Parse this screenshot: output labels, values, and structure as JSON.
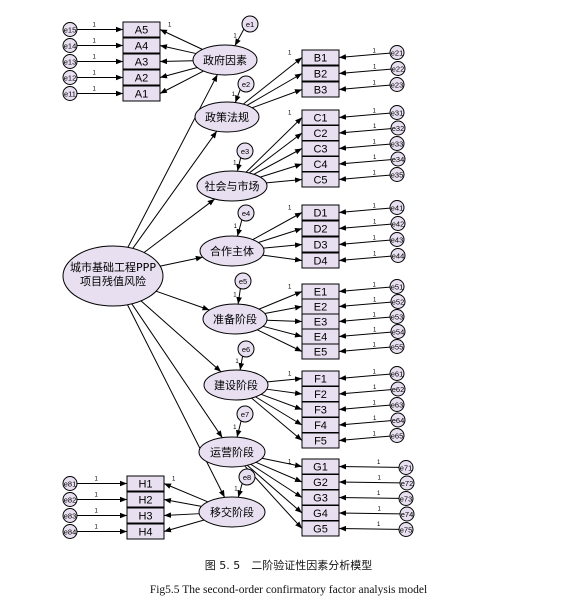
{
  "diagram": {
    "title": "",
    "second_order_factor": {
      "id": "root",
      "label": "城市基础工程PPP\n项目残值风险"
    },
    "path_label": "1",
    "factors": [
      {
        "id": "gov",
        "label": "政府因素",
        "disturbance": "e1",
        "indicators": [
          {
            "name": "A5",
            "error": "e15"
          },
          {
            "name": "A4",
            "error": "e14"
          },
          {
            "name": "A3",
            "error": "e13"
          },
          {
            "name": "A2",
            "error": "e12"
          },
          {
            "name": "A1",
            "error": "e11"
          }
        ]
      },
      {
        "id": "pol",
        "label": "政策法规",
        "disturbance": "e2",
        "indicators": [
          {
            "name": "B1",
            "error": "e21"
          },
          {
            "name": "B2",
            "error": "e22"
          },
          {
            "name": "B3",
            "error": "e23"
          }
        ]
      },
      {
        "id": "soc",
        "label": "社会与市场",
        "disturbance": "e3",
        "indicators": [
          {
            "name": "C1",
            "error": "e31"
          },
          {
            "name": "C2",
            "error": "e32"
          },
          {
            "name": "C3",
            "error": "e33"
          },
          {
            "name": "C4",
            "error": "e34"
          },
          {
            "name": "C5",
            "error": "e35"
          }
        ]
      },
      {
        "id": "part",
        "label": "合作主体",
        "disturbance": "e4",
        "indicators": [
          {
            "name": "D1",
            "error": "e41"
          },
          {
            "name": "D2",
            "error": "e42"
          },
          {
            "name": "D3",
            "error": "e43"
          },
          {
            "name": "D4",
            "error": "e44"
          }
        ]
      },
      {
        "id": "prep",
        "label": "准备阶段",
        "disturbance": "e5",
        "indicators": [
          {
            "name": "E1",
            "error": "e51"
          },
          {
            "name": "E2",
            "error": "e52"
          },
          {
            "name": "E3",
            "error": "e53"
          },
          {
            "name": "E4",
            "error": "e54"
          },
          {
            "name": "E5",
            "error": "e55"
          }
        ]
      },
      {
        "id": "cons",
        "label": "建设阶段",
        "disturbance": "e6",
        "indicators": [
          {
            "name": "F1",
            "error": "e61"
          },
          {
            "name": "F2",
            "error": "e62"
          },
          {
            "name": "F3",
            "error": "e63"
          },
          {
            "name": "F4",
            "error": "e64"
          },
          {
            "name": "F5",
            "error": "e65"
          }
        ]
      },
      {
        "id": "oper",
        "label": "运营阶段",
        "disturbance": "e7",
        "indicators": [
          {
            "name": "G1",
            "error": "e71"
          },
          {
            "name": "G2",
            "error": "e72"
          },
          {
            "name": "G3",
            "error": "e73"
          },
          {
            "name": "G4",
            "error": "e74"
          },
          {
            "name": "G5",
            "error": "e75"
          }
        ]
      },
      {
        "id": "tran",
        "label": "移交阶段",
        "disturbance": "e8",
        "indicators": [
          {
            "name": "H1",
            "error": "e81"
          },
          {
            "name": "H2",
            "error": "e82"
          },
          {
            "name": "H3",
            "error": "e83"
          },
          {
            "name": "H4",
            "error": "e84"
          }
        ]
      }
    ]
  },
  "caption": {
    "zh": "图 5. 5　二阶验证性因素分析模型",
    "en": "Fig5.5 The second-order confirmatory factor analysis model"
  }
}
